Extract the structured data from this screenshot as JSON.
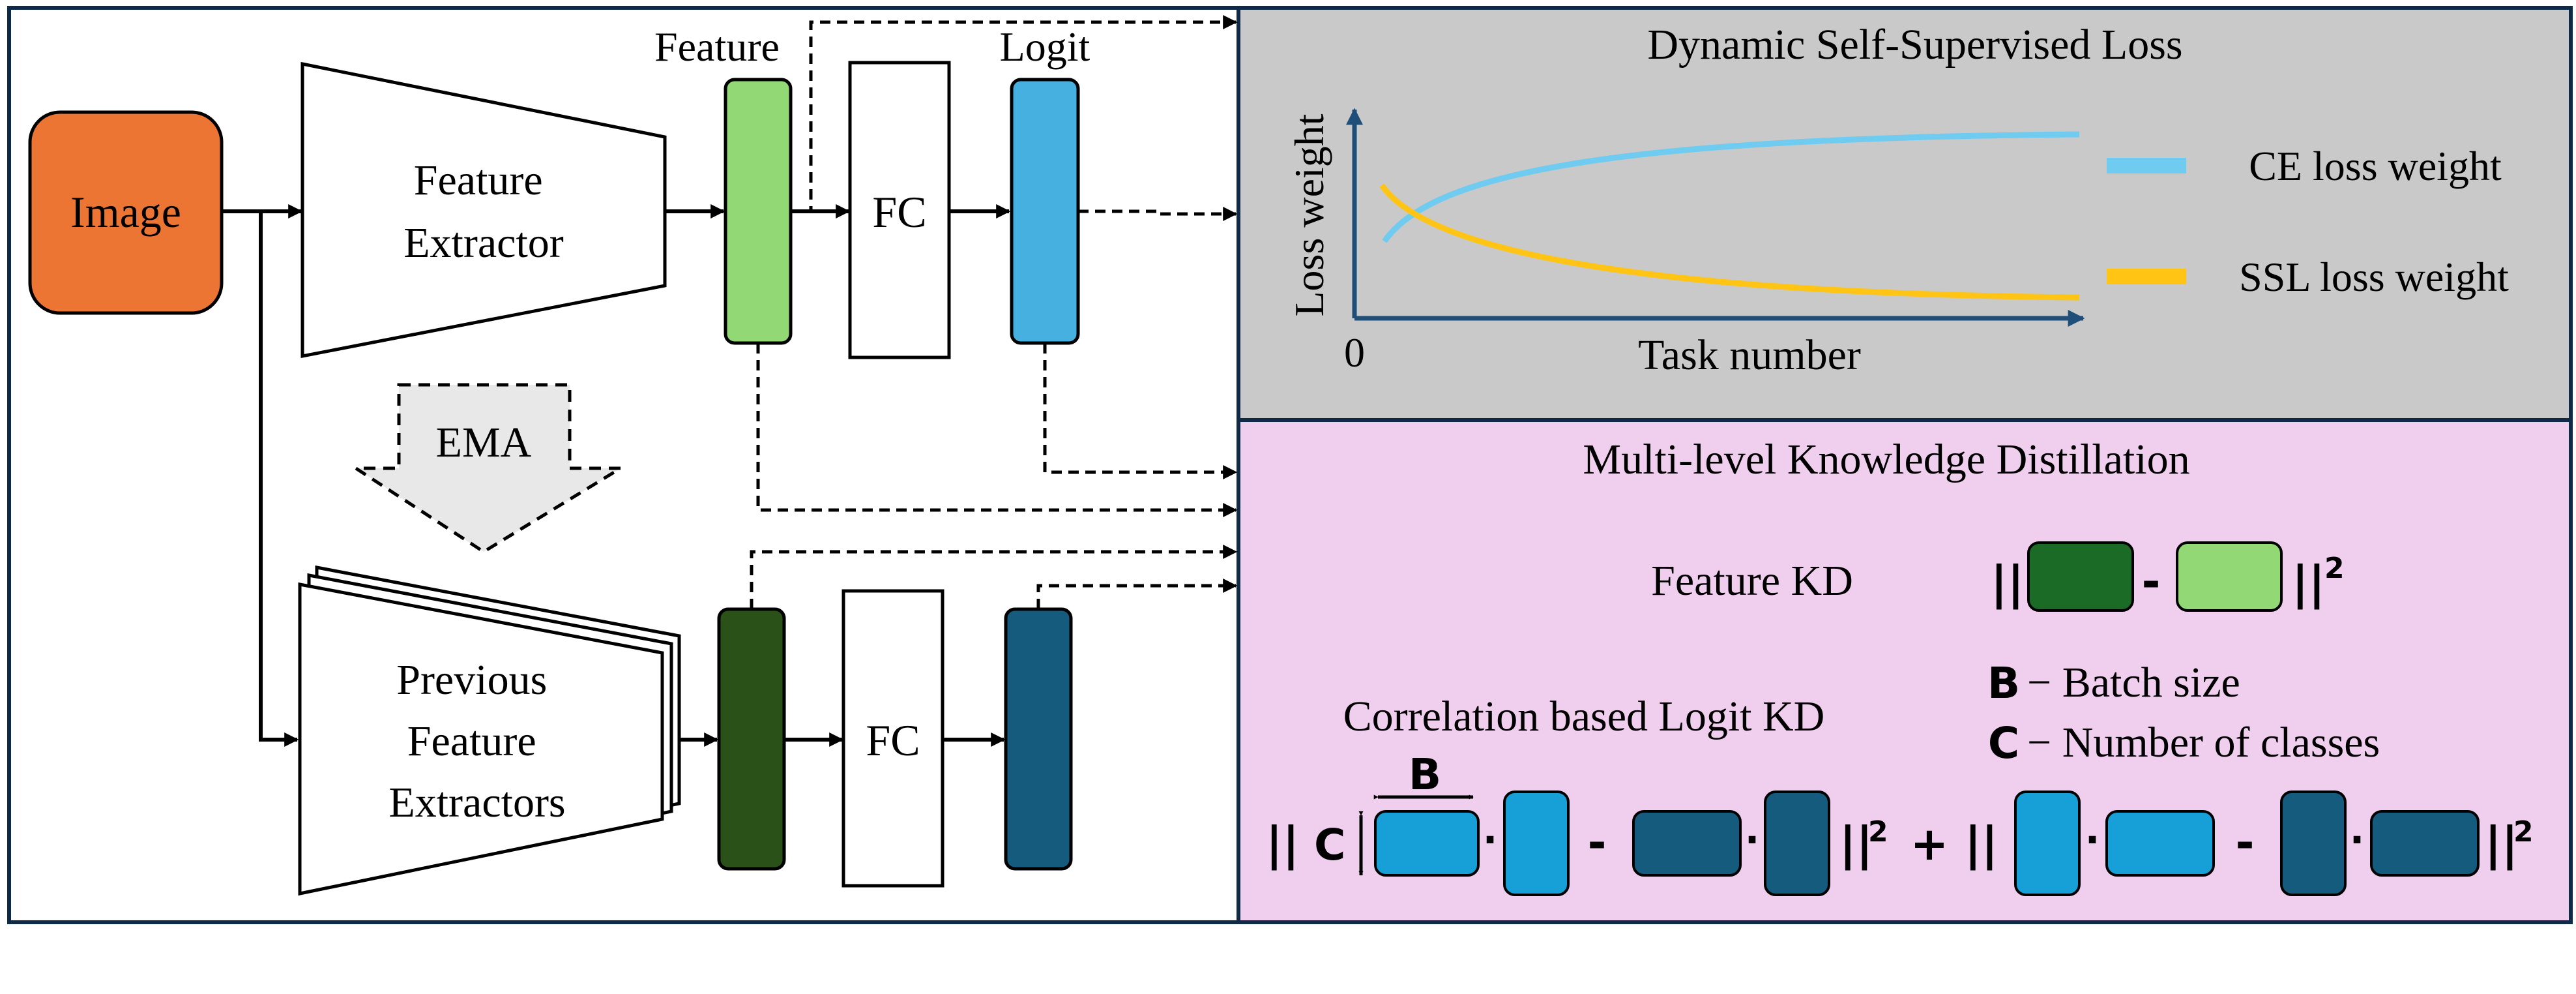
{
  "colors": {
    "frame": "#0e2a47",
    "image_fill": "#ec7533",
    "feature_new": "#92d975",
    "feature_old": "#2a5218",
    "logit_new": "#46b0e0",
    "logit_old": "#155b7e",
    "ssl_panel": "#c9c9c9",
    "kd_panel": "#f0cfee",
    "ce_curve": "#6fcbef",
    "ssl_curve": "#ffc414",
    "ema_fill": "#e8e8e8",
    "kd_dark_green": "#1b6b26",
    "kd_light_green": "#92d975",
    "kd_light_blue": "#179fd8",
    "kd_dark_blue": "#155b7e",
    "axis": "#1f4e79"
  },
  "left": {
    "image_label": "Image",
    "feature_extractor": [
      "Feature",
      "Extractor"
    ],
    "feature_label": "Feature",
    "logit_label": "Logit",
    "fc_label": "FC",
    "ema_label": "EMA",
    "previous_extractors": [
      "Previous",
      "Feature",
      "Extractors"
    ],
    "fc_label_bottom": "FC"
  },
  "ssl_panel": {
    "title": "Dynamic Self-Supervised Loss",
    "y_axis_label": "Loss weight",
    "x_axis_label": "Task number",
    "origin_label": "0",
    "legend": [
      {
        "name": "CE loss weight",
        "color_key": "ce_curve"
      },
      {
        "name": "SSL loss weight",
        "color_key": "ssl_curve"
      }
    ]
  },
  "kd_panel": {
    "title": "Multi-level Knowledge Distillation",
    "feature_kd_label": "Feature KD",
    "norm_bars": "||",
    "minus": "-",
    "plus": "+",
    "dot": "·",
    "squared": "2",
    "b_symbol": "B",
    "b_desc": "− Batch size",
    "c_symbol": "C",
    "c_desc": "− Number of classes",
    "corr_kd_label": "Correlation based Logit KD"
  }
}
